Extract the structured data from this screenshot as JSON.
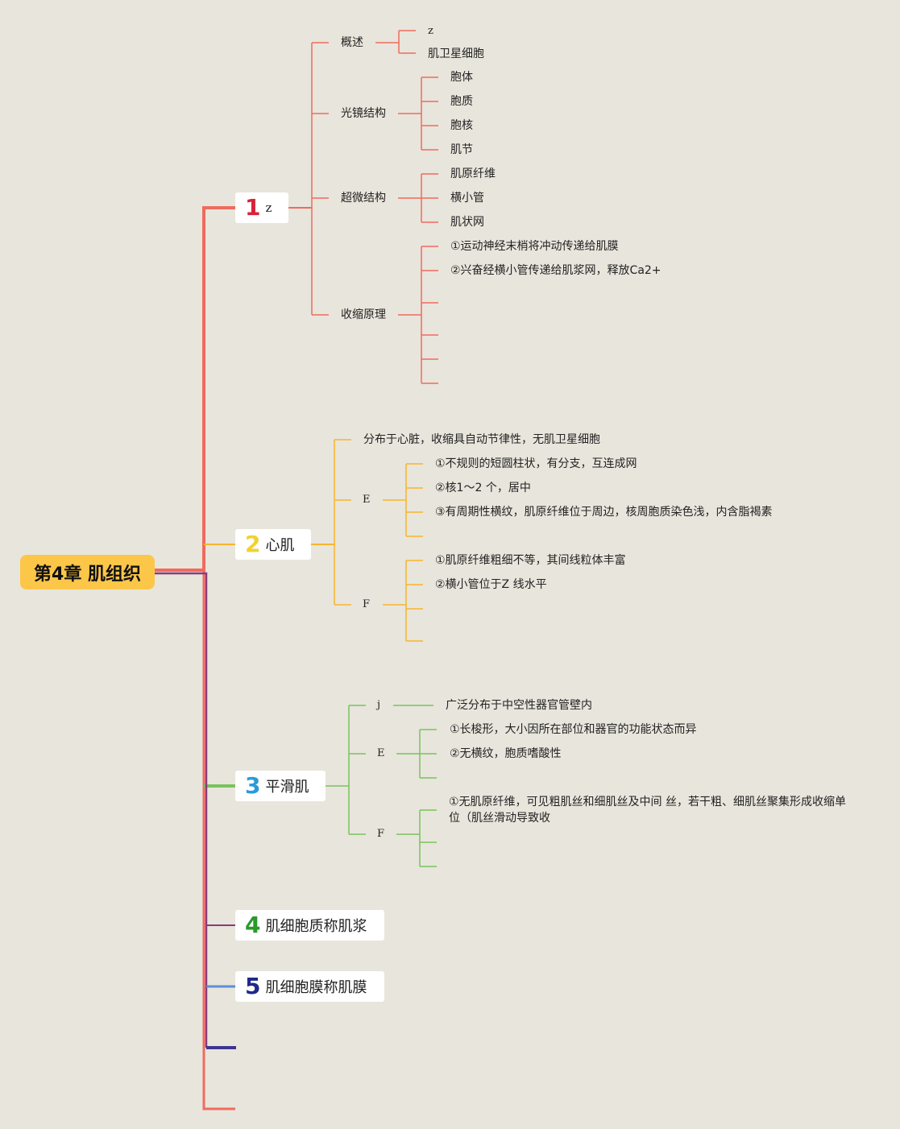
{
  "root": {
    "title": "第4章 肌组织"
  },
  "colors": {
    "red": "#f06b5e",
    "orange": "#f7b52c",
    "green": "#79c35c",
    "purple": "#8b3a7a",
    "blue": "#5b8fd6",
    "navy": "#3d3590",
    "num1": "#d8223a",
    "num2": "#f2d12f",
    "num3": "#2a9bd8",
    "num4": "#2a9a2a",
    "num5": "#1d2a8a"
  },
  "branches": [
    {
      "num": "1",
      "label": "z",
      "children": [
        {
          "label": "概述",
          "children": [
            "z",
            "肌卫星细胞"
          ]
        },
        {
          "label": "光镜结构",
          "children": [
            "胞体",
            "胞质",
            "胞核",
            "肌节"
          ]
        },
        {
          "label": "超微结构",
          "children": [
            "肌原纤维",
            "横小管",
            "肌状网"
          ]
        },
        {
          "label": "收缩原理",
          "children": [
            "①运动神经末梢将冲动传递给肌膜",
            "②兴奋经横小管传递给肌浆网，释放Ca2+"
          ]
        }
      ]
    },
    {
      "num": "2",
      "label": "心肌",
      "children": [
        {
          "label": "分布于心脏，收缩具自动节律性，无肌卫星细胞"
        },
        {
          "label": "E",
          "children": [
            "①不规则的短圆柱状，有分支，互连成网",
            "②核1～2 个，居中",
            "③有周期性横纹，肌原纤维位于周边，核周胞质染色浅，内含脂褐素"
          ]
        },
        {
          "label": "F",
          "children": [
            "①肌原纤维粗细不等，其间线粒体丰富",
            "②横小管位于Z 线水平"
          ]
        }
      ]
    },
    {
      "num": "3",
      "label": "平滑肌",
      "children": [
        {
          "label": "j",
          "children": [
            "广泛分布于中空性器官管壁内"
          ]
        },
        {
          "label": "E",
          "children": [
            "①长梭形，大小因所在部位和器官的功能状态而异",
            "②无横纹，胞质嗜酸性"
          ]
        },
        {
          "label": "F",
          "children": [
            "①无肌原纤维，可见粗肌丝和细肌丝及中间 丝，若干粗、细肌丝聚集形成收缩单位（肌丝滑动导致收"
          ]
        }
      ]
    },
    {
      "num": "4",
      "label": "肌细胞质称肌浆"
    },
    {
      "num": "5",
      "label": "肌细胞膜称肌膜"
    }
  ]
}
